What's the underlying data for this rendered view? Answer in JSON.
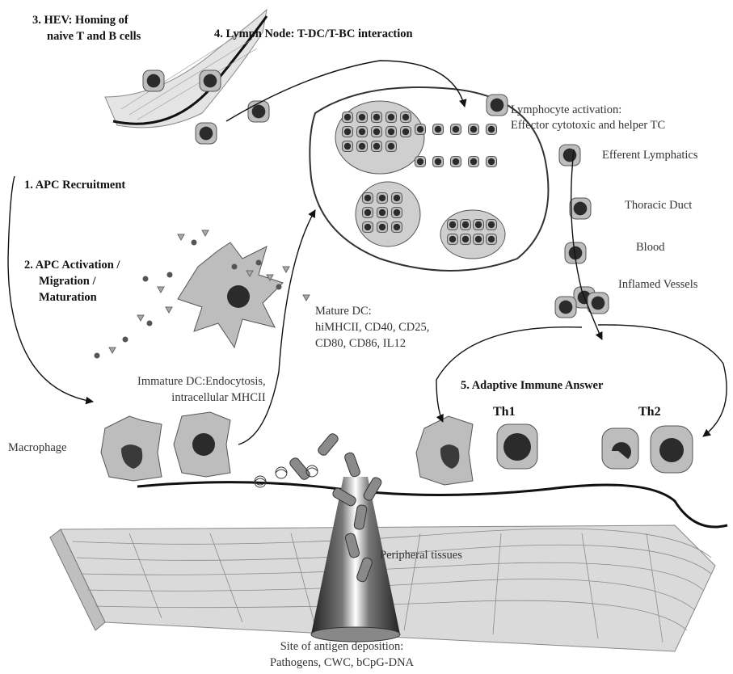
{
  "steps": {
    "hev_line1": "3.  HEV: Homing of",
    "hev_line2": "naive T and B cells",
    "lymph_node": "4.  Lymph Node: T-DC/T-BC interaction",
    "apc_recruitment": "1.  APC Recruitment",
    "apc_activation_line1": "2.  APC Activation /",
    "apc_activation_line2": "Migration /",
    "apc_activation_line3": "Maturation",
    "adaptive": "5.    Adaptive Immune Answer"
  },
  "labels": {
    "lymphocyte_line1": "Lymphocyte activation:",
    "lymphocyte_line2": "Effector cytotoxic and helper TC",
    "efferent": "Efferent Lymphatics",
    "thoracic": "Thoracic Duct",
    "blood": "Blood",
    "inflamed": "Inflamed Vessels",
    "mature_line1": "Mature DC:",
    "mature_line2": "hiMHCII, CD40, CD25,",
    "mature_line3": "CD80, CD86, IL12",
    "immature_line1": "Immature DC:Endocytosis,",
    "immature_line2": "intracellular MHCII",
    "macrophage": "Macrophage",
    "th1": "Th1",
    "th2": "Th2",
    "peripheral": "Peripheral tissues",
    "site_line1": "Site of antigen deposition:",
    "site_line2": "Pathogens, CWC,  bCpG-DNA"
  },
  "colors": {
    "cell_fill": "#bdbdbd",
    "nucleus": "#2b2b2b",
    "ink": "#111111",
    "tissue": "#d8d8d8"
  }
}
